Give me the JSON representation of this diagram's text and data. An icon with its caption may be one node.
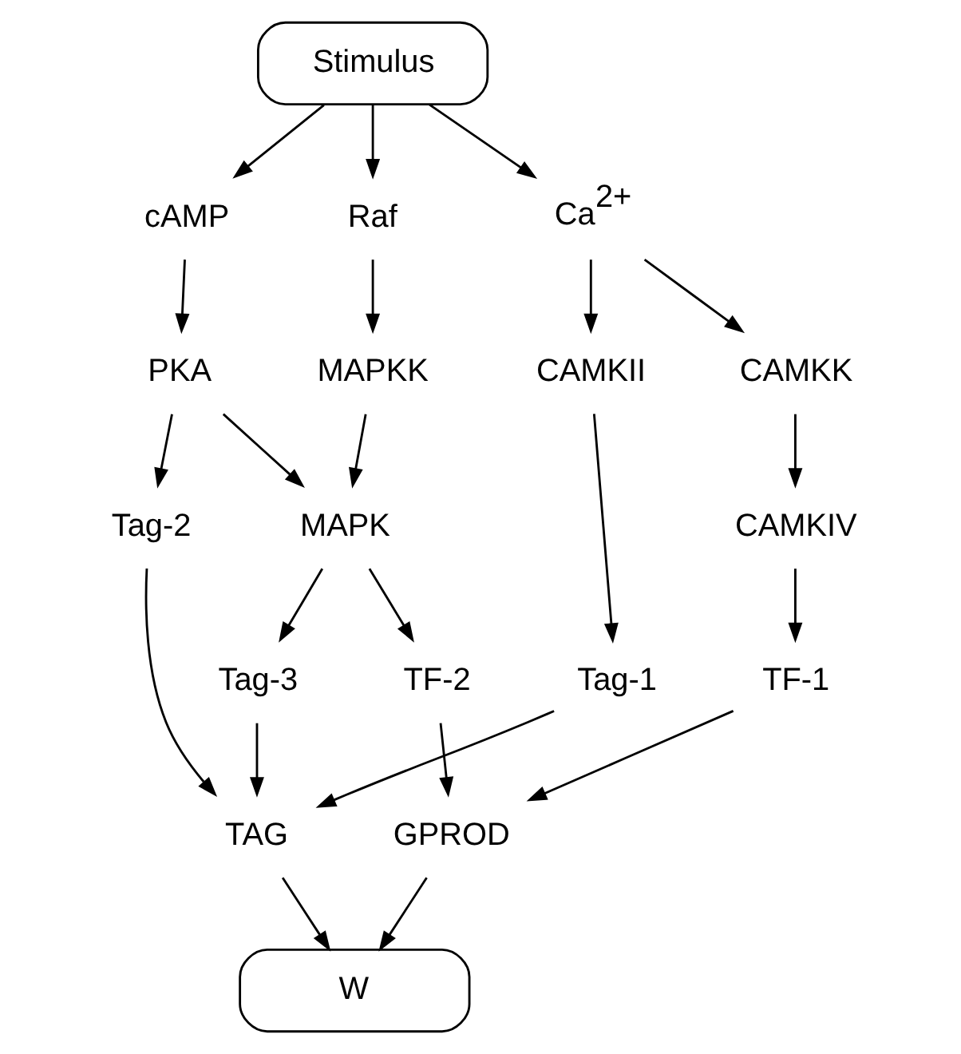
{
  "diagram": {
    "nodes": [
      {
        "text": [
          "Stimulus"
        ]
      },
      {
        "text": [
          "Ca$^{2+}$"
        ]
      },
      {
        "text": [
          "Raf"
        ]
      },
      {
        "text": [
          "cAMP"
        ]
      },
      {
        "text": [
          "CAMKII"
        ]
      },
      {
        "text": [
          "CAMKK"
        ]
      },
      {
        "text": [
          "MAPKK"
        ]
      },
      {
        "text": [
          "PKA"
        ]
      },
      {
        "text": [
          "MAPK"
        ]
      },
      {
        "text": [
          "CAMKIV"
        ]
      },
      {
        "text": [
          "TF-1"
        ]
      },
      {
        "text": [
          "TF-2"
        ]
      },
      {
        "text": [
          "Tag-1"
        ]
      },
      {
        "text": [
          "Tag-3"
        ]
      },
      {
        "text": [
          "Tag-2"
        ]
      },
      {
        "text": [
          "TAG"
        ]
      },
      {
        "text": [
          "GPROD"
        ]
      },
      {
        "text": [
          "W"
        ]
      }
    ],
    "edges": [
      {
        "from": 0,
        "to": 1,
        "arrow": "to"
      },
      {
        "from": 0,
        "to": 2,
        "arrow": "to"
      },
      {
        "from": 0,
        "to": 3,
        "arrow": "to"
      },
      {
        "from": 1,
        "to": 4,
        "arrow": "to"
      },
      {
        "from": 1,
        "to": 5,
        "arrow": "to"
      },
      {
        "from": 2,
        "to": 6,
        "arrow": "to"
      },
      {
        "from": 3,
        "to": 7,
        "arrow": "to"
      },
      {
        "from": 6,
        "to": 8,
        "arrow": "to"
      },
      {
        "from": 7,
        "to": 8,
        "arrow": "to"
      },
      {
        "from": 5,
        "to": 9,
        "arrow": "to"
      },
      {
        "from": 9,
        "to": 10,
        "arrow": "to"
      },
      {
        "from": 8,
        "to": 11,
        "arrow": "to"
      },
      {
        "from": 8,
        "to": 13,
        "arrow": "to"
      },
      {
        "from": 7,
        "to": 14,
        "arrow": "to"
      },
      {
        "from": 4,
        "to": 12,
        "arrow": "to"
      },
      {
        "from": 10,
        "to": 16,
        "arrow": "to"
      },
      {
        "from": 11,
        "to": 16,
        "arrow": "to"
      },
      {
        "from": 12,
        "to": 15,
        "arrow": "to"
      },
      {
        "from": 13,
        "to": 15,
        "arrow": "to"
      },
      {
        "from": 14,
        "to": 15,
        "arrow": "to"
      },
      {
        "from": 15,
        "to": 17,
        "arrow": "to"
      },
      {
        "from": 16,
        "to": 17,
        "arrow": "to"
      }
    ]
  }
}
